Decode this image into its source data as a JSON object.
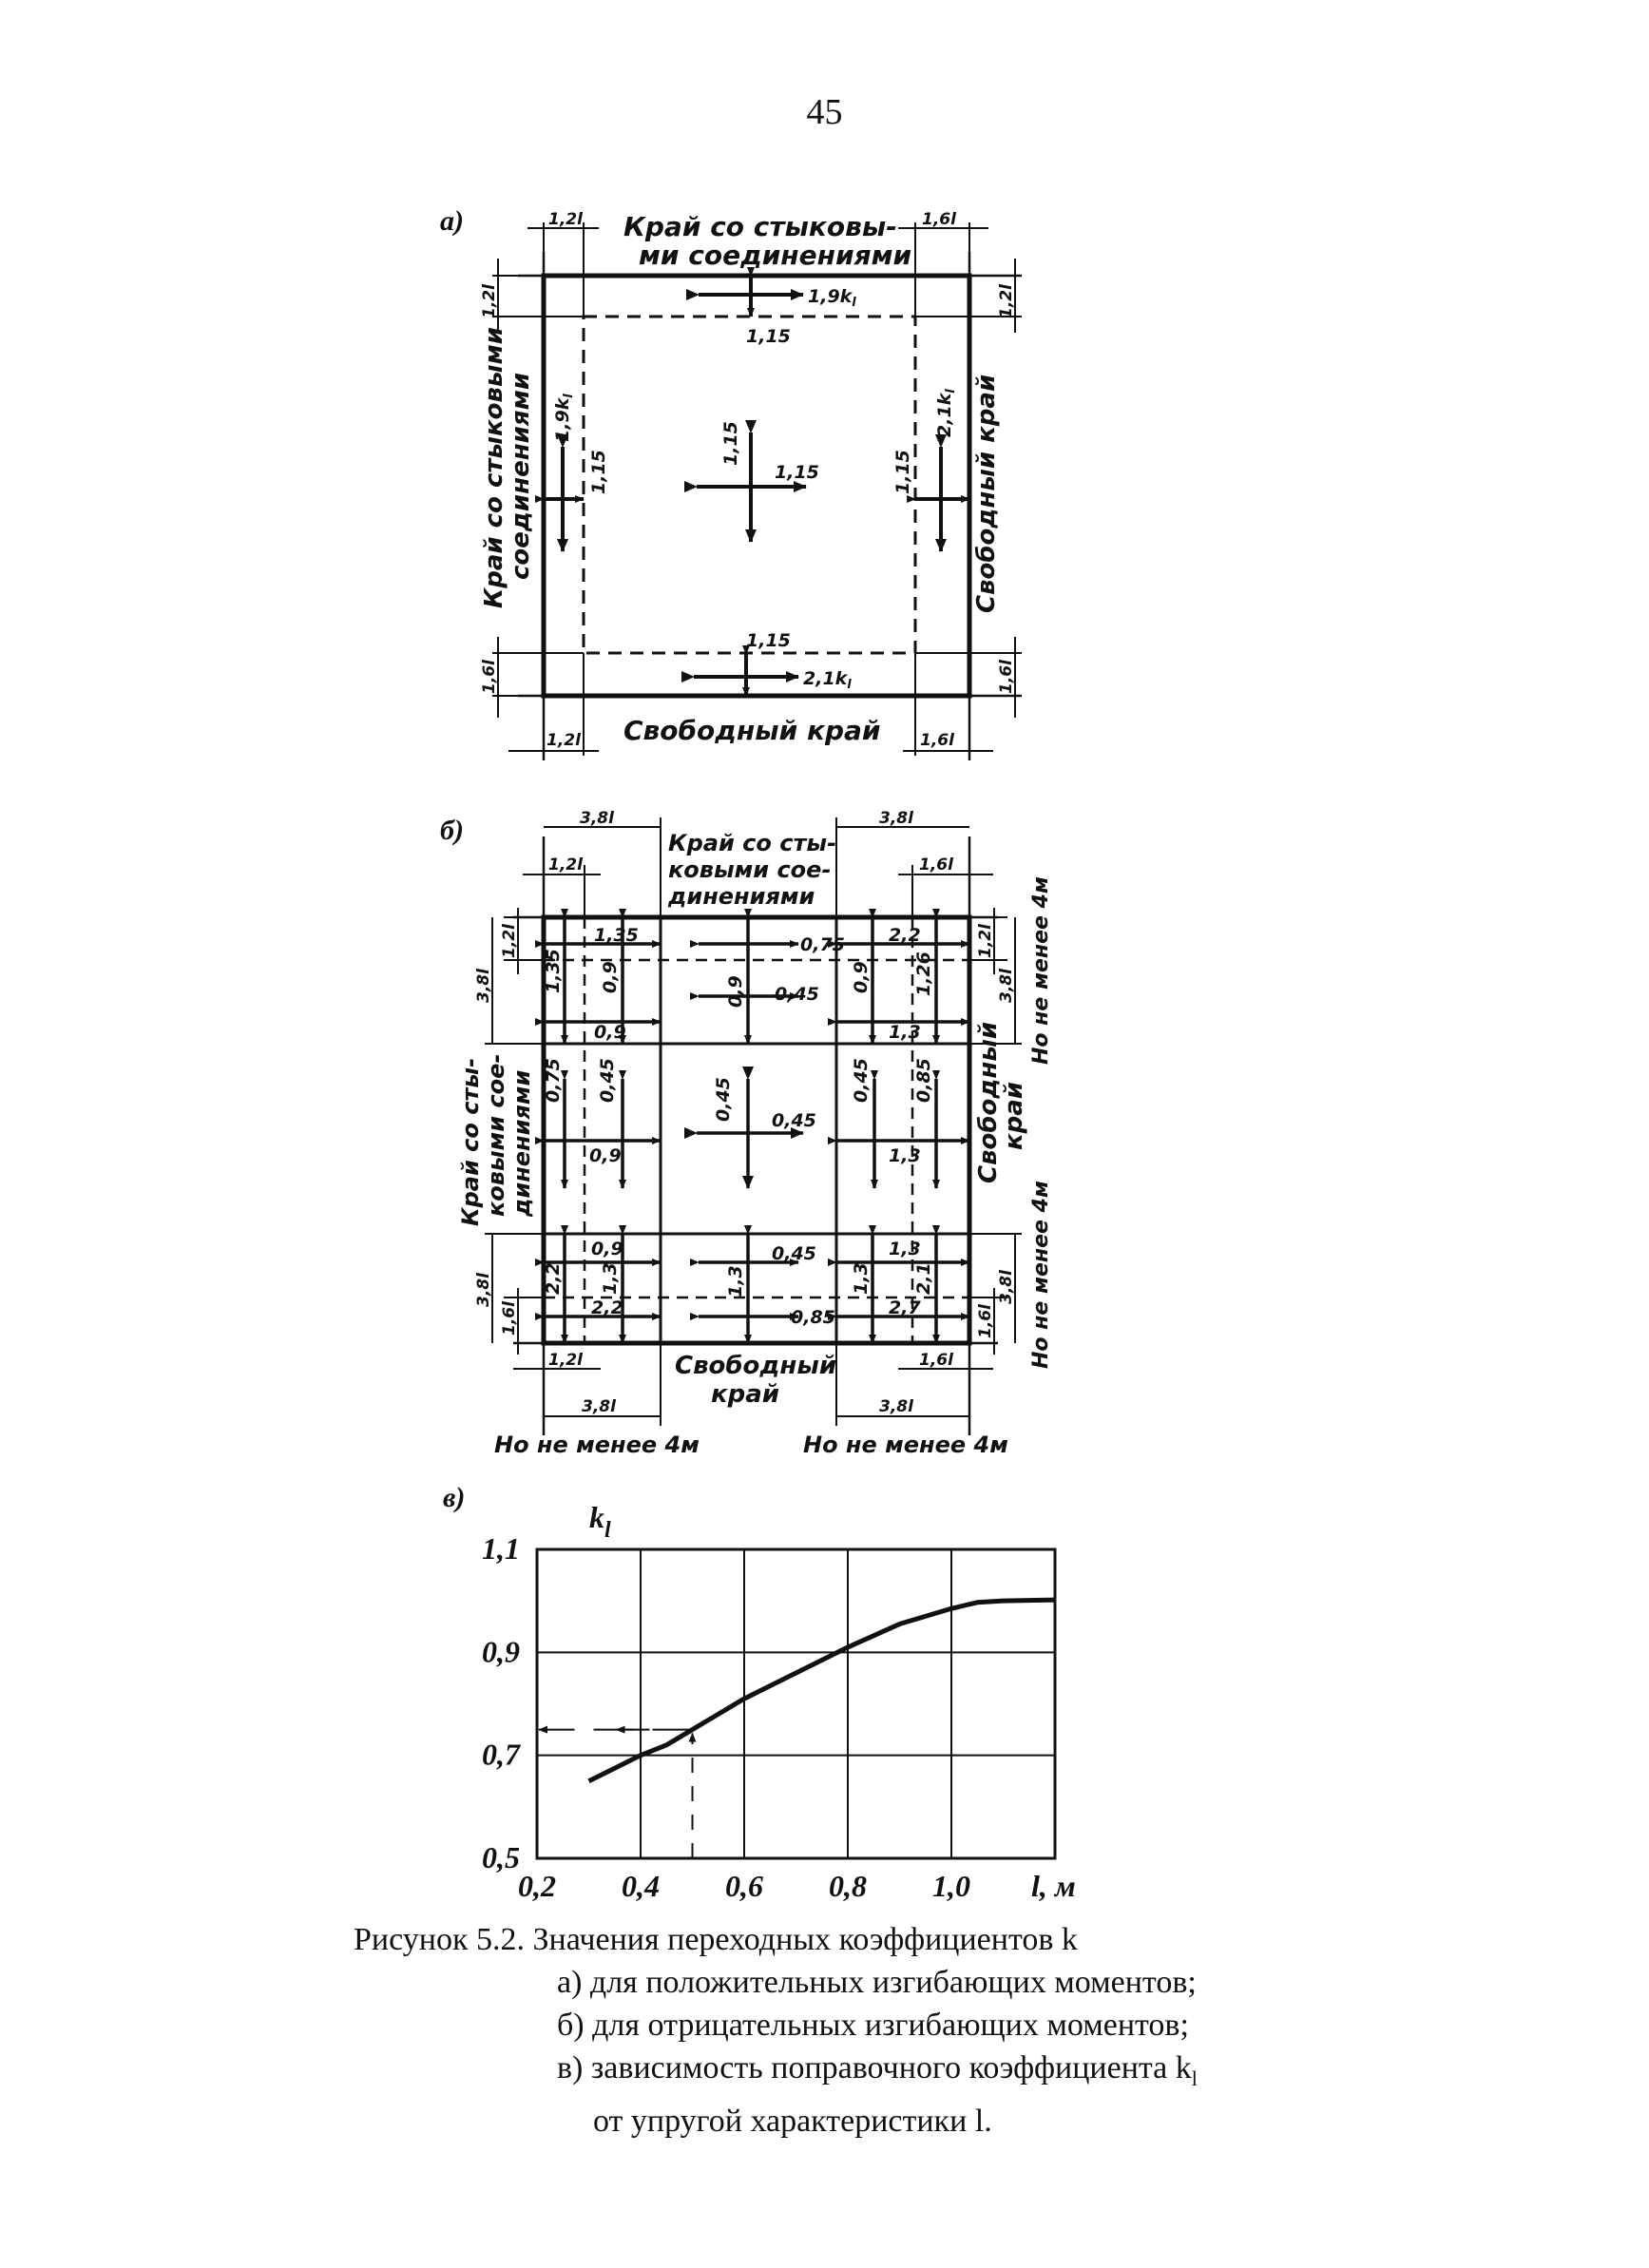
{
  "page_number": "45",
  "panel_a": {
    "label": "а)",
    "top_edge_label": [
      "Край со стыковы-",
      "ми соединениями"
    ],
    "bottom_edge_label": "Свободный край",
    "left_edge_label": [
      "Край со стыковыми",
      "соединениями"
    ],
    "right_edge_label": "Свободный край",
    "dims": {
      "top_left": "1,2l",
      "top_right": "1,6l",
      "bottom_left": "1,2l",
      "bottom_right": "1,6l",
      "left_top": "1,2l",
      "left_bottom": "1,6l",
      "right_top": "1,2l",
      "right_bottom": "1,6l"
    },
    "coefs": {
      "top_edge": "1,9k",
      "top_edge_sub": "l",
      "bottom_edge": "2,1k",
      "bottom_edge_sub": "l",
      "left_edge": "1,9k",
      "left_edge_sub": "l",
      "right_edge": "2,1k",
      "right_edge_sub": "l",
      "inner_top": "1,15",
      "inner_bottom": "1,15",
      "inner_left": "1,15",
      "inner_right": "1,15",
      "center_h": "1,15",
      "center_v": "1,15"
    }
  },
  "panel_b": {
    "label": "б)",
    "top_edge_label": [
      "Край со сты-",
      "ковыми сое-",
      "динениями"
    ],
    "bottom_edge_label": [
      "Свободный",
      "край"
    ],
    "left_edge_label": [
      "Край со сты-",
      "ковыми сое-",
      "динениями"
    ],
    "right_edge_label": [
      "Свободный",
      "край"
    ],
    "dims": {
      "top_38_left": "3,8l",
      "top_38_right": "3,8l",
      "top_12": "1,2l",
      "top_16": "1,6l",
      "bottom_12": "1,2l",
      "bottom_16": "1,6l",
      "bottom_38_left": "3,8l",
      "bottom_38_right": "3,8l",
      "left_12": "1,2l",
      "left_38_top": "3,8l",
      "left_38_bottom": "3,8l",
      "left_16": "1,6l",
      "right_12": "1,2l",
      "right_38_top": "3,8l",
      "right_38_bottom": "3,8l",
      "right_16": "1,6l"
    },
    "not_less": "Но не менее 4м",
    "coefs": {
      "c_075": "0,75",
      "c_045_top": "0,45",
      "c_045_center_h": "0,45",
      "c_045_center_v": "0,45",
      "c_045_bottom": "0,45",
      "c_085": "0,85",
      "l_075": "0,75",
      "l_045": "0,45",
      "l_09": "0,9",
      "r_045": "0,45",
      "r_085": "0,85",
      "r_13": "1,3",
      "tl_a": "1,35",
      "tl_b": "1,35",
      "tl_c": "0,9",
      "tl_d": "0,9",
      "tr_a": "2,2",
      "tr_b": "1,26",
      "tr_c": "0,9",
      "tr_d": "1,3",
      "bl_a": "0,9",
      "bl_b": "2,2",
      "bl_c": "1,3",
      "bl_d": "2,2",
      "br_a": "1,3",
      "br_b": "1,3",
      "br_c": "2,7",
      "br_d": "2,1",
      "top_mid_v": "0,9",
      "bottom_mid_v": "1,3"
    }
  },
  "panel_c_label": "в)",
  "chart_data": {
    "type": "line",
    "title": "",
    "ylabel": "k",
    "ylabel_sub": "l",
    "xlabel": "l, м",
    "xlim": [
      0.2,
      1.2
    ],
    "ylim": [
      0.5,
      1.1
    ],
    "x_ticks": [
      "0,2",
      "0,4",
      "0,6",
      "0,8",
      "1,0"
    ],
    "y_ticks": [
      "1,1",
      "0,9",
      "0,7",
      "0,5"
    ],
    "grid": true,
    "series": [
      {
        "x": [
          0.3,
          0.35,
          0.4,
          0.45,
          0.5,
          0.6,
          0.7,
          0.8,
          0.9,
          1.0,
          1.05,
          1.1,
          1.2
        ],
        "y": [
          0.65,
          0.675,
          0.7,
          0.72,
          0.75,
          0.81,
          0.86,
          0.91,
          0.955,
          0.985,
          0.997,
          1.0,
          1.002
        ]
      }
    ],
    "example_x": 0.5,
    "example_y": 0.75
  },
  "caption": {
    "line1": "Рисунок 5.2. Значения переходных коэффициентов k",
    "line2": "а) для положительных изгибающих моментов;",
    "line3": "б) для отрицательных изгибающих моментов;",
    "line4_main": "в) зависимость поправочного коэффициента k",
    "line4_sub": "l",
    "line5": "от упругой характеристики l."
  }
}
